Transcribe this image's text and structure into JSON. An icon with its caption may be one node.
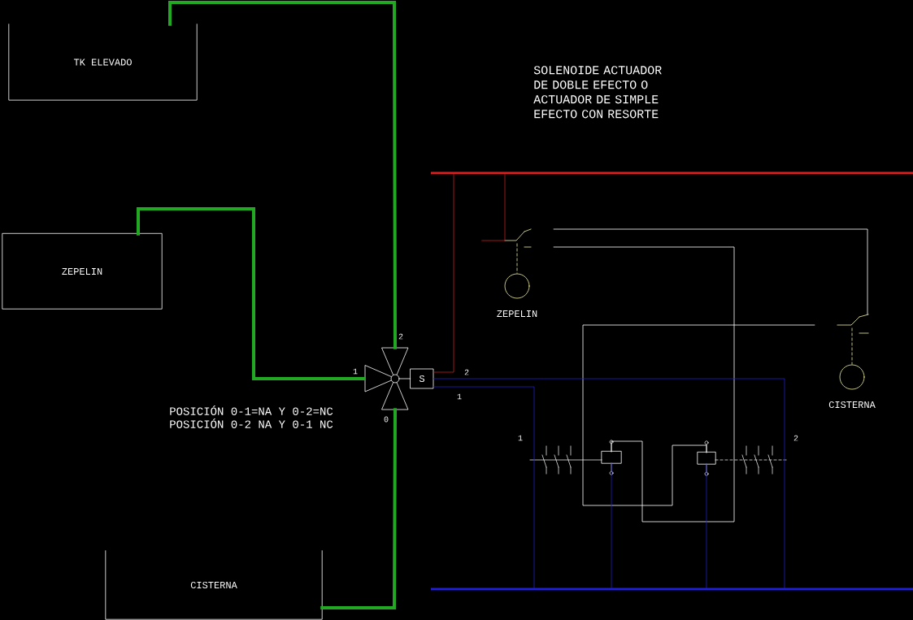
{
  "diagram": {
    "nodes": [
      {
        "text": [
          "TK ELEVADO"
        ]
      },
      {
        "text": [
          "ZEPELIN"
        ]
      },
      {
        "text": [
          "CISTERNA"
        ]
      },
      {
        "text": [],
        "shape": "valve"
      },
      {
        "text": [
          "S"
        ]
      },
      {
        "text": [],
        "shape": "circle",
        "beside": [
          "ZEPELIN"
        ]
      },
      {
        "text": [],
        "shape": "circle",
        "beside": [
          "CISTERNA"
        ]
      },
      {
        "text": [],
        "shape": "box"
      },
      {
        "text": [],
        "shape": "box"
      },
      {
        "text": [],
        "shape": "bar"
      },
      {
        "text": [],
        "shape": "bar"
      }
    ],
    "edges": [
      {
        "from": 0,
        "to": 3,
        "arrow": "none",
        "style": "thick",
        "color": "#22a822"
      },
      {
        "from": 1,
        "to": 3,
        "arrow": "none",
        "style": "thick",
        "color": "#22a822"
      },
      {
        "from": 2,
        "to": 3,
        "arrow": "none",
        "style": "thick",
        "color": "#22a822"
      },
      {
        "from": 3,
        "to": 4,
        "arrow": "none"
      },
      {
        "from": 9,
        "to": 4,
        "arrow": "none",
        "color": "#c02020"
      },
      {
        "from": 9,
        "to": 5,
        "arrow": "none",
        "color": "#c02020"
      },
      {
        "from": 5,
        "to": 6,
        "arrow": "none"
      },
      {
        "from": 5,
        "to": 7,
        "arrow": "none"
      },
      {
        "from": 6,
        "to": 8,
        "arrow": "none"
      },
      {
        "from": 4,
        "to": 10,
        "arrow": "none",
        "label": "2",
        "color": "#2020c0"
      },
      {
        "from": 4,
        "to": 10,
        "arrow": "none",
        "label": "1",
        "color": "#2020c0"
      },
      {
        "from": 7,
        "to": 10,
        "arrow": "none",
        "color": "#2020c0"
      },
      {
        "from": 8,
        "to": 10,
        "arrow": "none",
        "color": "#2020c0"
      }
    ],
    "labels": [
      "SOLENOIDE ACTUADOR DE DOBLE EFECTO O ACTUADOR DE SIMPLE EFECTO CON RESORTE",
      "2",
      "1",
      "0",
      "POSICIÓN 0-1=NA Y 0-2=NC",
      "POSICIÓN 0-2 NA Y 0-1 NC",
      "1",
      "2"
    ]
  }
}
